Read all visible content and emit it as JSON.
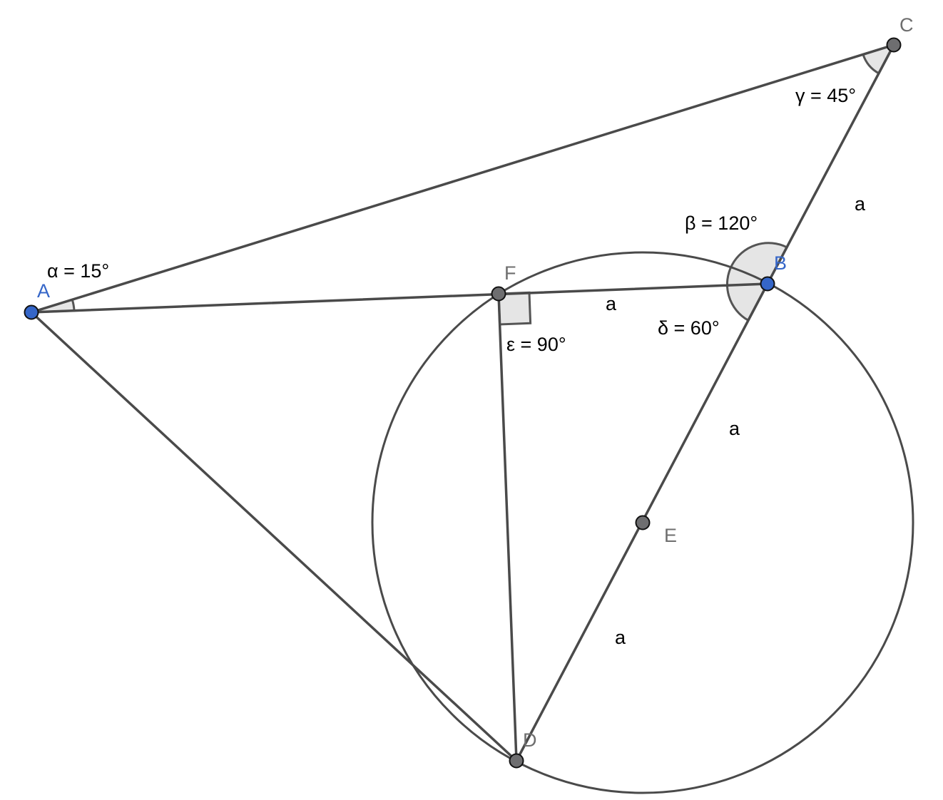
{
  "points": {
    "A": {
      "label": "A",
      "color": "#3566c8"
    },
    "B": {
      "label": "B",
      "color": "#3566c8"
    },
    "C": {
      "label": "C",
      "color": "#6e6e6e"
    },
    "D": {
      "label": "D",
      "color": "#6e6e6e"
    },
    "E": {
      "label": "E",
      "color": "#6e6e6e"
    },
    "F": {
      "label": "F",
      "color": "#6e6e6e"
    }
  },
  "angles": {
    "alpha": "α = 15°",
    "beta": "β = 120°",
    "gamma": "γ = 45°",
    "delta": "δ = 60°",
    "epsilon": "ε = 90°"
  },
  "segment_labels": {
    "fb": "a",
    "bc": "a",
    "be": "a",
    "ed": "a"
  },
  "colors": {
    "line": "#4a4a4a",
    "angle_fill": "#e5e5e5"
  }
}
